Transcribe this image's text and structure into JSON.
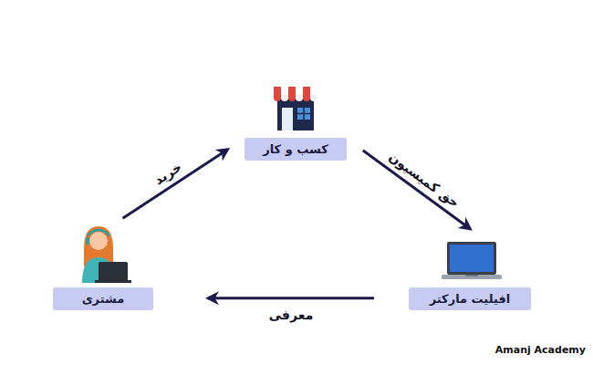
{
  "diagram": {
    "nodes": [
      {
        "text": [
          "کسب و کار"
        ]
      },
      {
        "text": [
          "افیلیت مارکتر"
        ]
      },
      {
        "text": [
          "مشتری"
        ]
      }
    ],
    "edges": [
      {
        "from": 2,
        "to": 0,
        "label": "خرید",
        "arrow": "to"
      },
      {
        "from": 0,
        "to": 1,
        "label": "حق کمیسیون",
        "arrow": "to"
      },
      {
        "from": 1,
        "to": 2,
        "label": "معرفی",
        "arrow": "to"
      }
    ],
    "labels": [
      "Amanj Academy"
    ]
  }
}
